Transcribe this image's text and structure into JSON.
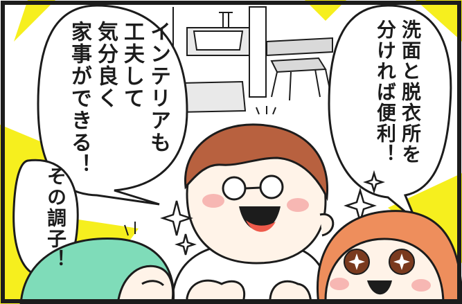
{
  "bubbles": {
    "left": "インテリアも\n工夫して\n気分良く\n家事ができる！",
    "right": "洗面と脱衣所を\n分ければ便利！",
    "small": "その調子！"
  },
  "colors": {
    "accent_yellow": "#f6ef1e",
    "hair_brown": "#b8613f",
    "hair_orange": "#ee8e5c",
    "skin": "#fff3e8",
    "blush": "#f7b7b3",
    "mint": "#7fdcb9",
    "ink": "#1c1c1c"
  },
  "characters": [
    "man-with-glasses",
    "woman-with-star-eyes",
    "green-haired-person"
  ]
}
